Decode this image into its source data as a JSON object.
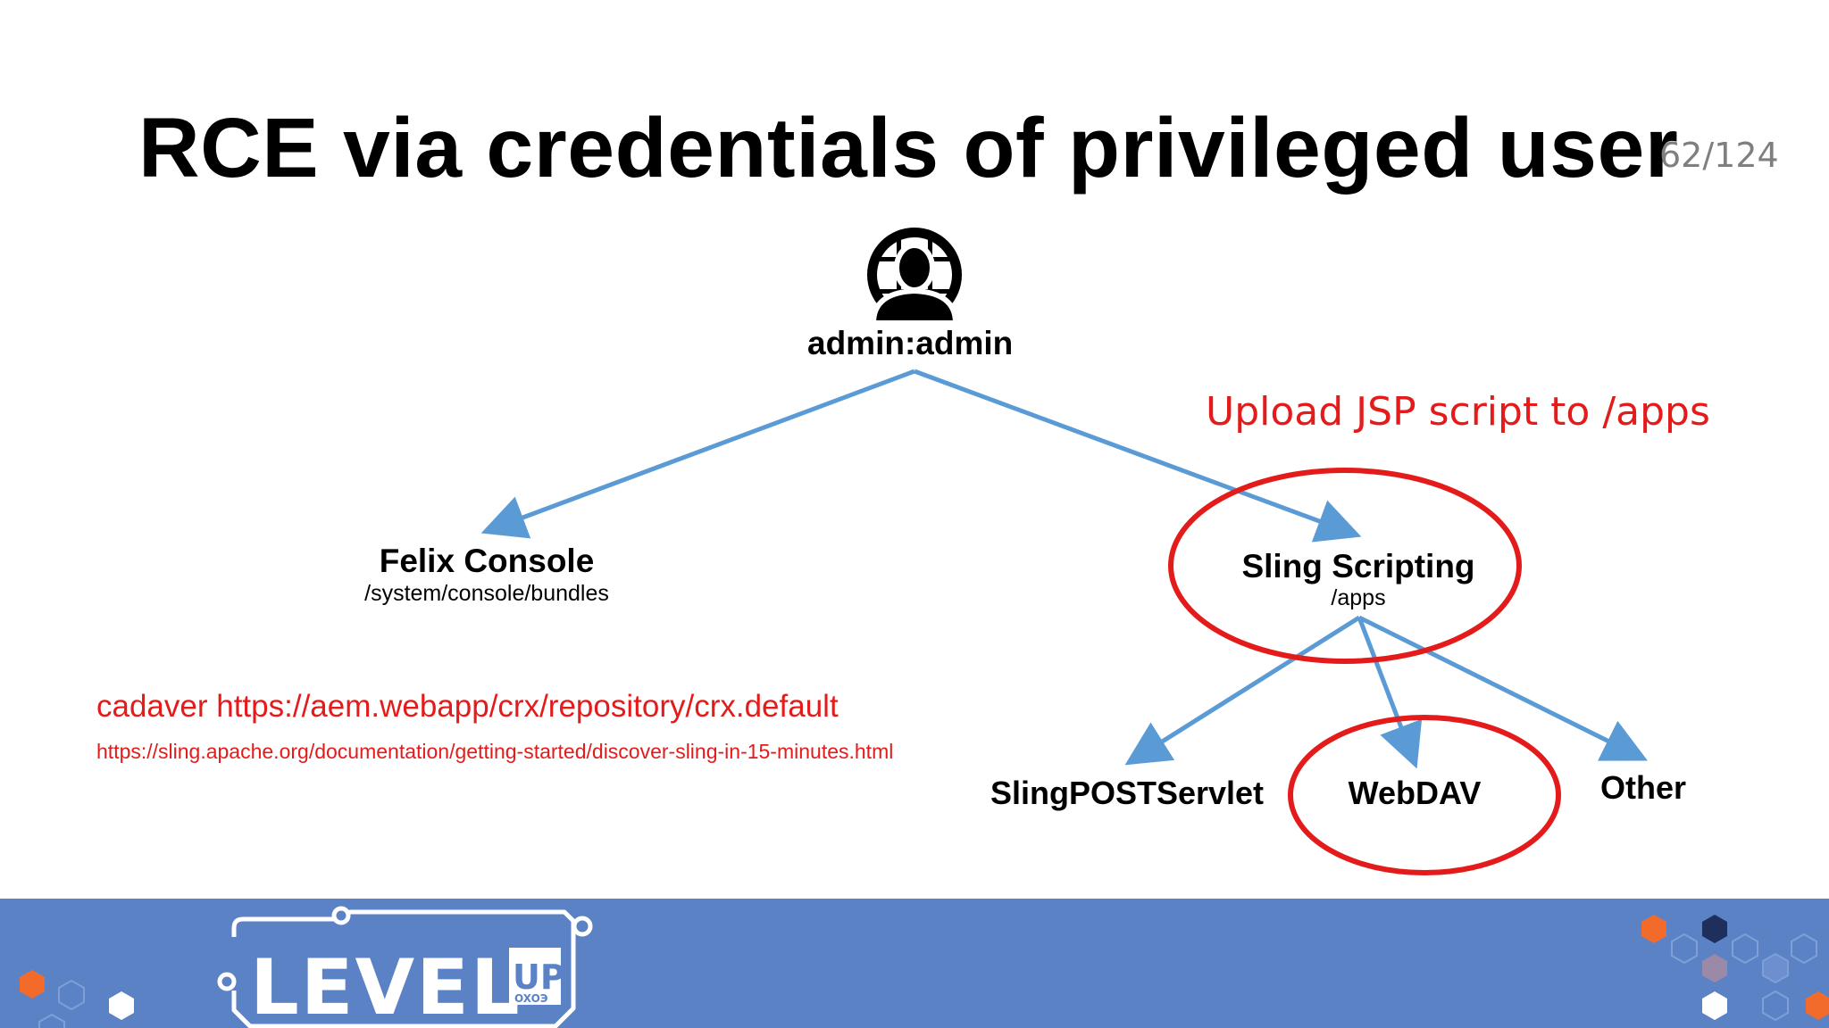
{
  "slide": {
    "title": "RCE via credentials of privileged user",
    "page_number": "62/124"
  },
  "diagram": {
    "root": {
      "label": "admin:admin",
      "icon": "user-globe-icon"
    },
    "felix": {
      "label": "Felix Console",
      "path": "/system/console/bundles"
    },
    "sling": {
      "label": "Sling Scripting",
      "path": "/apps"
    },
    "children": {
      "post": "SlingPOSTServlet",
      "webdav": "WebDAV",
      "other": "Other"
    },
    "annotation": "Upload JSP script to /apps",
    "colors": {
      "arrow": "#5b9bd5",
      "highlight": "#e41b1b"
    }
  },
  "notes": {
    "command": "cadaver https://aem.webapp/crx/repository/crx.default",
    "link": "https://sling.apache.org/documentation/getting-started/discover-sling-in-15-minutes.html"
  },
  "footer": {
    "logo_text": "LEVEL",
    "logo_sup": "UP",
    "logo_small": "OXOЭ",
    "background": "#5b82c4"
  }
}
